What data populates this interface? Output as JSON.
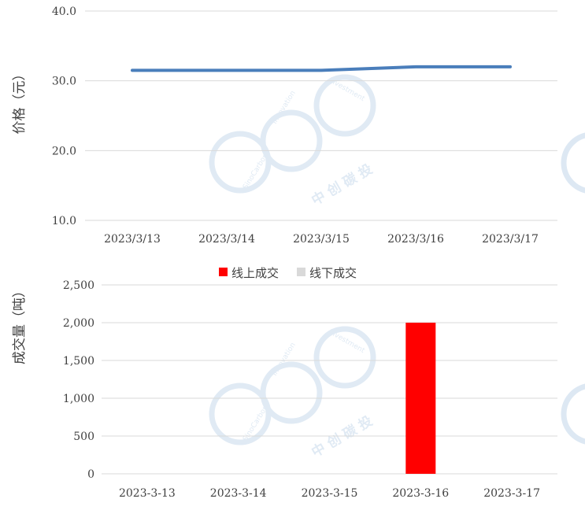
{
  "colors": {
    "line": "#4a7ebb",
    "online_bar": "#ff0000",
    "offline_bar": "#d9d9d9",
    "grid": "#d9d9d9",
    "text": "#404040",
    "watermark": "#dde8f3"
  },
  "watermark": {
    "latin_top": "Investment",
    "latin_middle": "Innovation",
    "latin_left": "SinoCarbon",
    "cjk": "中 创 碳 投"
  },
  "chart_data": [
    {
      "type": "line",
      "ylabel": "价格（元）",
      "categories": [
        "2023/3/13",
        "2023/3/14",
        "2023/3/15",
        "2023/3/16",
        "2023/3/17"
      ],
      "series": [
        {
          "values": [
            31.5,
            31.5,
            31.5,
            32.0,
            32.0
          ]
        }
      ],
      "ylim": [
        10,
        40
      ],
      "yticks": [
        "10.0",
        "20.0",
        "30.0",
        "40.0"
      ],
      "grid": true
    },
    {
      "type": "bar",
      "ylabel": "成交量（吨）",
      "categories": [
        "2023-3-13",
        "2023-3-14",
        "2023-3-15",
        "2023-3-16",
        "2023-3-17"
      ],
      "series": [
        {
          "name": "线上成交",
          "values": [
            0,
            0,
            0,
            2000,
            0
          ]
        },
        {
          "name": "线下成交",
          "values": [
            0,
            0,
            0,
            0,
            0
          ]
        }
      ],
      "ylim": [
        0,
        2500
      ],
      "yticks": [
        "0",
        "500",
        "1,000",
        "1,500",
        "2,000",
        "2,500"
      ],
      "legend_position": "top",
      "grid": true
    }
  ]
}
